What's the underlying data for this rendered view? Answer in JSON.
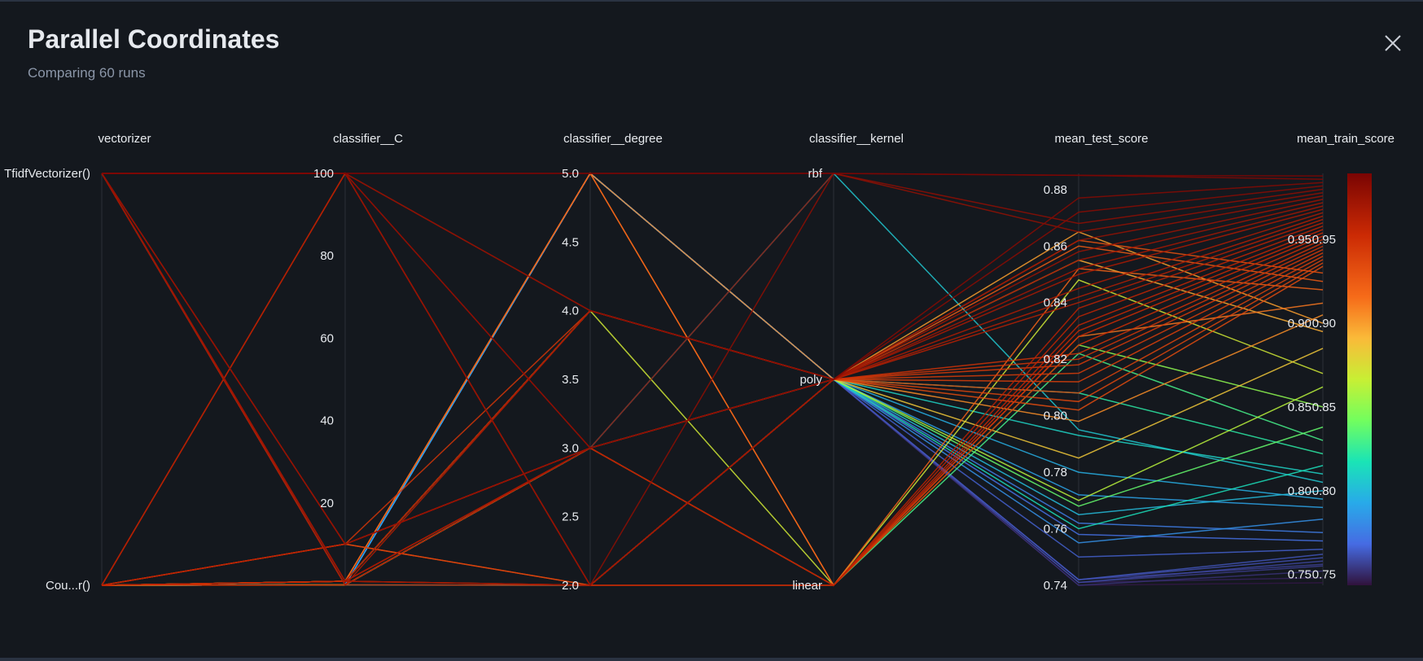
{
  "modal": {
    "title": "Parallel Coordinates",
    "subtitle": "Comparing 60 runs"
  },
  "chart_data": {
    "type": "parallel_coordinates",
    "n_runs": 60,
    "axes": [
      {
        "name": "vectorizer",
        "kind": "categorical",
        "ticks": [
          "TfidfVectorizer()",
          "Cou...r()"
        ]
      },
      {
        "name": "classifier__C",
        "kind": "numeric",
        "range": [
          0.01,
          100
        ],
        "ticks": [
          20,
          40,
          60,
          80,
          100
        ]
      },
      {
        "name": "classifier__degree",
        "kind": "numeric",
        "range": [
          2,
          5
        ],
        "ticks": [
          "2.0",
          "2.5",
          "3.0",
          "3.5",
          "4.0",
          "4.5",
          "5.0"
        ]
      },
      {
        "name": "classifier__kernel",
        "kind": "categorical",
        "ticks": [
          "linear",
          "poly",
          "rbf"
        ]
      },
      {
        "name": "mean_test_score",
        "kind": "numeric",
        "range": [
          0.74,
          0.8857
        ],
        "ticks": [
          "0.74",
          "0.76",
          "0.78",
          "0.80",
          "0.82",
          "0.84",
          "0.86",
          "0.88"
        ]
      },
      {
        "name": "mean_train_score",
        "kind": "numeric",
        "range": [
          0.7435,
          0.9895
        ],
        "ticks": [
          "0.75",
          "0.80",
          "0.85",
          "0.90",
          "0.95"
        ]
      }
    ],
    "colorscale": "turbo",
    "color_by": "mean_train_score",
    "color_range": [
      0.7435,
      0.9895
    ],
    "colorbar_ticks": [
      "0.75",
      "0.80",
      "0.85",
      "0.90",
      "0.95"
    ],
    "grid": false,
    "runs": [
      {
        "vectorizer": "TfidfVectorizer()",
        "C": 100,
        "degree": 5,
        "kernel": "rbf",
        "test": 0.885,
        "train": 0.988
      },
      {
        "vectorizer": "TfidfVectorizer()",
        "C": 100,
        "degree": 5,
        "kernel": "rbf",
        "test": 0.885,
        "train": 0.986
      },
      {
        "vectorizer": "TfidfVectorizer()",
        "C": 100,
        "degree": 4,
        "kernel": "poly",
        "test": 0.877,
        "train": 0.984
      },
      {
        "vectorizer": "TfidfVectorizer()",
        "C": 100,
        "degree": 3,
        "kernel": "poly",
        "test": 0.872,
        "train": 0.982
      },
      {
        "vectorizer": "TfidfVectorizer()",
        "C": 100,
        "degree": 2,
        "kernel": "rbf",
        "test": 0.868,
        "train": 0.98
      },
      {
        "vectorizer": "TfidfVectorizer()",
        "C": 10,
        "degree": 3,
        "kernel": "rbf",
        "test": 0.865,
        "train": 0.978
      },
      {
        "vectorizer": "TfidfVectorizer()",
        "C": 10,
        "degree": 3,
        "kernel": "poly",
        "test": 0.862,
        "train": 0.976
      },
      {
        "vectorizer": "TfidfVectorizer()",
        "C": 1,
        "degree": 2,
        "kernel": "poly",
        "test": 0.858,
        "train": 0.974
      },
      {
        "vectorizer": "TfidfVectorizer()",
        "C": 1,
        "degree": 3,
        "kernel": "poly",
        "test": 0.855,
        "train": 0.972
      },
      {
        "vectorizer": "TfidfVectorizer()",
        "C": 1,
        "degree": 4,
        "kernel": "poly",
        "test": 0.852,
        "train": 0.97
      },
      {
        "vectorizer": "TfidfVectorizer()",
        "C": 0.1,
        "degree": 3,
        "kernel": "poly",
        "test": 0.85,
        "train": 0.968
      },
      {
        "vectorizer": "TfidfVectorizer()",
        "C": 0.1,
        "degree": 4,
        "kernel": "poly",
        "test": 0.845,
        "train": 0.966
      },
      {
        "vectorizer": "Cou...r()",
        "C": 100,
        "degree": 3,
        "kernel": "poly",
        "test": 0.842,
        "train": 0.964
      },
      {
        "vectorizer": "Cou...r()",
        "C": 100,
        "degree": 2,
        "kernel": "poly",
        "test": 0.84,
        "train": 0.962
      },
      {
        "vectorizer": "Cou...r()",
        "C": 10,
        "degree": 3,
        "kernel": "linear",
        "test": 0.838,
        "train": 0.96
      },
      {
        "vectorizer": "Cou...r()",
        "C": 10,
        "degree": 3,
        "kernel": "linear",
        "test": 0.835,
        "train": 0.958
      },
      {
        "vectorizer": "Cou...r()",
        "C": 1,
        "degree": 3,
        "kernel": "linear",
        "test": 0.832,
        "train": 0.956
      },
      {
        "vectorizer": "Cou...r()",
        "C": 1,
        "degree": 3,
        "kernel": "linear",
        "test": 0.83,
        "train": 0.954
      },
      {
        "vectorizer": "Cou...r()",
        "C": 1,
        "degree": 2,
        "kernel": "linear",
        "test": 0.828,
        "train": 0.952
      },
      {
        "vectorizer": "Cou...r()",
        "C": 0.1,
        "degree": 2,
        "kernel": "linear",
        "test": 0.825,
        "train": 0.95
      },
      {
        "vectorizer": "TfidfVectorizer()",
        "C": 100,
        "degree": 4,
        "kernel": "poly",
        "test": 0.822,
        "train": 0.948
      },
      {
        "vectorizer": "TfidfVectorizer()",
        "C": 10,
        "degree": 4,
        "kernel": "poly",
        "test": 0.82,
        "train": 0.946
      },
      {
        "vectorizer": "TfidfVectorizer()",
        "C": 1,
        "degree": 4,
        "kernel": "poly",
        "test": 0.818,
        "train": 0.944
      },
      {
        "vectorizer": "Cou...r()",
        "C": 100,
        "degree": 2,
        "kernel": "poly",
        "test": 0.815,
        "train": 0.942
      },
      {
        "vectorizer": "Cou...r()",
        "C": 10,
        "degree": 2,
        "kernel": "poly",
        "test": 0.812,
        "train": 0.94
      },
      {
        "vectorizer": "Cou...r()",
        "C": 1,
        "degree": 2,
        "kernel": "poly",
        "test": 0.808,
        "train": 0.938
      },
      {
        "vectorizer": "Cou...r()",
        "C": 0.1,
        "degree": 3,
        "kernel": "poly",
        "test": 0.805,
        "train": 0.936
      },
      {
        "vectorizer": "TfidfVectorizer()",
        "C": 0.1,
        "degree": 3,
        "kernel": "poly",
        "test": 0.802,
        "train": 0.934
      },
      {
        "vectorizer": "Cou...r()",
        "C": 10,
        "degree": 3,
        "kernel": "poly",
        "test": 0.862,
        "train": 0.93
      },
      {
        "vectorizer": "Cou...r()",
        "C": 10,
        "degree": 2,
        "kernel": "poly",
        "test": 0.86,
        "train": 0.925
      },
      {
        "vectorizer": "Cou...r()",
        "C": 1,
        "degree": 5,
        "kernel": "linear",
        "test": 0.852,
        "train": 0.92
      },
      {
        "vectorizer": "Cou...r()",
        "C": 1,
        "degree": 5,
        "kernel": "linear",
        "test": 0.828,
        "train": 0.912
      },
      {
        "vectorizer": "Cou...r()",
        "C": 1,
        "degree": 5,
        "kernel": "poly",
        "test": 0.798,
        "train": 0.905
      },
      {
        "vectorizer": "Cou...r()",
        "C": 1,
        "degree": 4,
        "kernel": "poly",
        "test": 0.865,
        "train": 0.9
      },
      {
        "vectorizer": "Cou...r()",
        "C": 1,
        "degree": 4,
        "kernel": "poly",
        "test": 0.855,
        "train": 0.895
      },
      {
        "vectorizer": "Cou...r()",
        "C": 1,
        "degree": 4,
        "kernel": "poly",
        "test": 0.785,
        "train": 0.885
      },
      {
        "vectorizer": "Cou...r()",
        "C": 1,
        "degree": 4,
        "kernel": "linear",
        "test": 0.848,
        "train": 0.87
      },
      {
        "vectorizer": "Cou...r()",
        "C": 0.1,
        "degree": 3,
        "kernel": "poly",
        "test": 0.77,
        "train": 0.862
      },
      {
        "vectorizer": "Cou...r()",
        "C": 0.1,
        "degree": 3,
        "kernel": "linear",
        "test": 0.825,
        "train": 0.85
      },
      {
        "vectorizer": "Cou...r()",
        "C": 0.1,
        "degree": 3,
        "kernel": "poly",
        "test": 0.768,
        "train": 0.838
      },
      {
        "vectorizer": "Cou...r()",
        "C": 0.1,
        "degree": 3,
        "kernel": "linear",
        "test": 0.822,
        "train": 0.83
      },
      {
        "vectorizer": "Cou...r()",
        "C": 0.1,
        "degree": 3,
        "kernel": "poly",
        "test": 0.808,
        "train": 0.822
      },
      {
        "vectorizer": "Cou...r()",
        "C": 0.1,
        "degree": 3,
        "kernel": "poly",
        "test": 0.76,
        "train": 0.815
      },
      {
        "vectorizer": "Cou...r()",
        "C": 0.1,
        "degree": 2,
        "kernel": "poly",
        "test": 0.793,
        "train": 0.81
      },
      {
        "vectorizer": "TfidfVectorizer()",
        "C": 0.1,
        "degree": 3,
        "kernel": "rbf",
        "test": 0.795,
        "train": 0.805
      },
      {
        "vectorizer": "Cou...r()",
        "C": 0.1,
        "degree": 3,
        "kernel": "poly",
        "test": 0.765,
        "train": 0.8
      },
      {
        "vectorizer": "Cou...r()",
        "C": 0.1,
        "degree": 3,
        "kernel": "poly",
        "test": 0.78,
        "train": 0.795
      },
      {
        "vectorizer": "Cou...r()",
        "C": 0.1,
        "degree": 5,
        "kernel": "poly",
        "test": 0.772,
        "train": 0.79
      },
      {
        "vectorizer": "Cou...r()",
        "C": 0.1,
        "degree": 5,
        "kernel": "poly",
        "test": 0.755,
        "train": 0.783
      },
      {
        "vectorizer": "Cou...r()",
        "C": 0.1,
        "degree": 5,
        "kernel": "poly",
        "test": 0.762,
        "train": 0.775
      },
      {
        "vectorizer": "Cou...r()",
        "C": 0.1,
        "degree": 5,
        "kernel": "poly",
        "test": 0.758,
        "train": 0.77
      },
      {
        "vectorizer": "Cou...r()",
        "C": 0.1,
        "degree": 5,
        "kernel": "poly",
        "test": 0.75,
        "train": 0.765
      },
      {
        "vectorizer": "Cou...r()",
        "C": 0.1,
        "degree": 5,
        "kernel": "poly",
        "test": 0.742,
        "train": 0.762
      },
      {
        "vectorizer": "Cou...r()",
        "C": 0.1,
        "degree": 5,
        "kernel": "poly",
        "test": 0.742,
        "train": 0.76
      },
      {
        "vectorizer": "Cou...r()",
        "C": 0.1,
        "degree": 5,
        "kernel": "poly",
        "test": 0.741,
        "train": 0.758
      },
      {
        "vectorizer": "Cou...r()",
        "C": 0.1,
        "degree": 5,
        "kernel": "poly",
        "test": 0.742,
        "train": 0.756
      },
      {
        "vectorizer": "Cou...r()",
        "C": 0.1,
        "degree": 5,
        "kernel": "poly",
        "test": 0.741,
        "train": 0.755
      },
      {
        "vectorizer": "Cou...r()",
        "C": 0.1,
        "degree": 5,
        "kernel": "poly",
        "test": 0.74,
        "train": 0.752
      },
      {
        "vectorizer": "Cou...r()",
        "C": 0.1,
        "degree": 5,
        "kernel": "poly",
        "test": 0.741,
        "train": 0.748
      },
      {
        "vectorizer": "Cou...r()",
        "C": 0.1,
        "degree": 5,
        "kernel": "poly",
        "test": 0.74,
        "train": 0.745
      }
    ]
  }
}
